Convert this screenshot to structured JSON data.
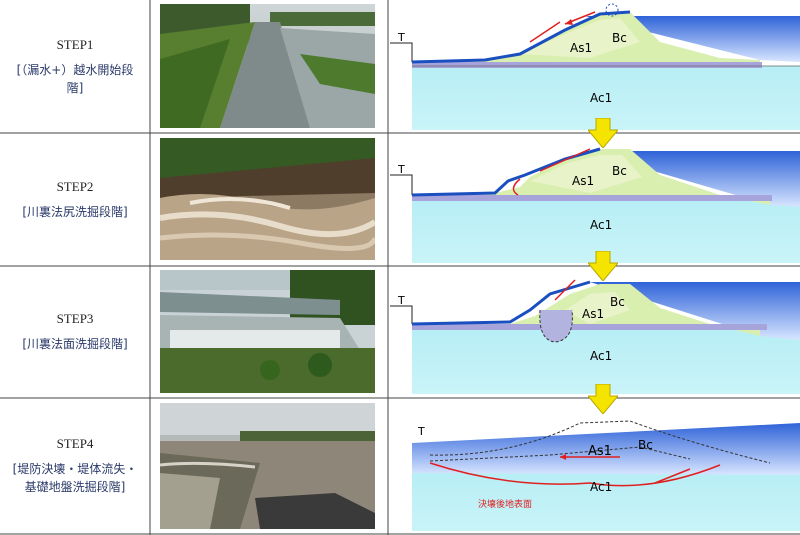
{
  "steps": [
    {
      "title": "STEP1",
      "desc": "[（漏水+）越水開始段\n階]"
    },
    {
      "title": "STEP2",
      "desc": "[川裏法尻洗掘段階]"
    },
    {
      "title": "STEP3",
      "desc": "[川裏法面洗掘段階]"
    },
    {
      "title": "STEP4",
      "desc": "[堤防決壊・堤体流失・\n基礎地盤洗掘段階]"
    }
  ],
  "diagram_labels": {
    "t": "T",
    "as1": "As1",
    "bc": "Bc",
    "ac1": "Ac1",
    "post_breach_surface": "決壊後地表面"
  },
  "colors": {
    "water": "#2f63d8",
    "ground": "#b7eef5",
    "embankment": "#d9efb0",
    "sand": "#e9f3c9",
    "layer": "#a7a4dc",
    "flow_arrow": "#e02020",
    "step_arrow": "#f4e400",
    "grid_line": "#444444"
  }
}
